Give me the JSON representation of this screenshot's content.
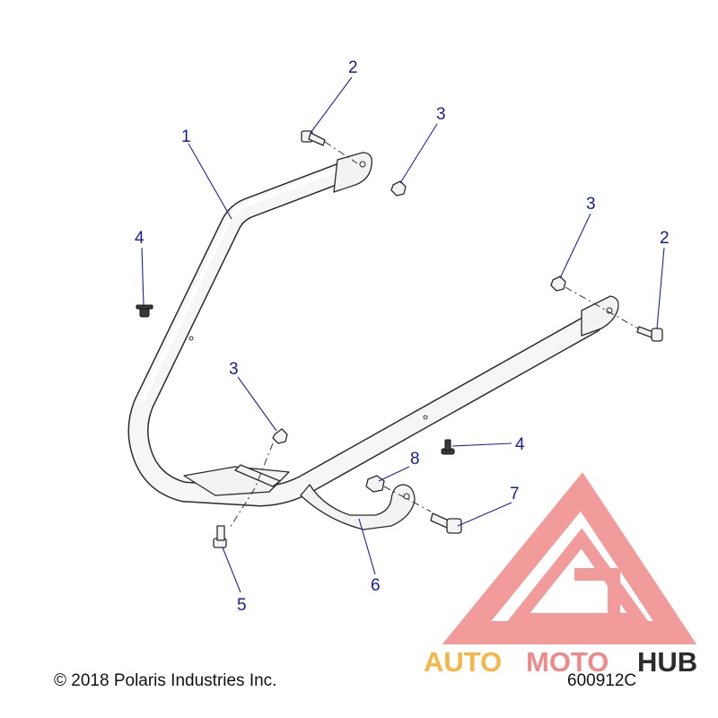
{
  "callouts": [
    {
      "number": "1"
    },
    {
      "number": "2"
    },
    {
      "number": "3"
    },
    {
      "number": "4"
    },
    {
      "number": "3"
    },
    {
      "number": "2"
    },
    {
      "number": "3"
    },
    {
      "number": "4"
    },
    {
      "number": "8"
    },
    {
      "number": "7"
    },
    {
      "number": "6"
    },
    {
      "number": "5"
    }
  ],
  "footer": {
    "copyright": "© 2018 Polaris Industries Inc.",
    "part_code": "600912C"
  },
  "watermark": {
    "text_a": "AUTO",
    "text_b": "MOTO",
    "text_c": "HUB",
    "color_primary": "#f08a8a",
    "color_accent": "#f5b547",
    "color_dark": "#2c2c2c"
  },
  "colors": {
    "callout": "#1a1aa0",
    "line": "#2a2a2a"
  }
}
